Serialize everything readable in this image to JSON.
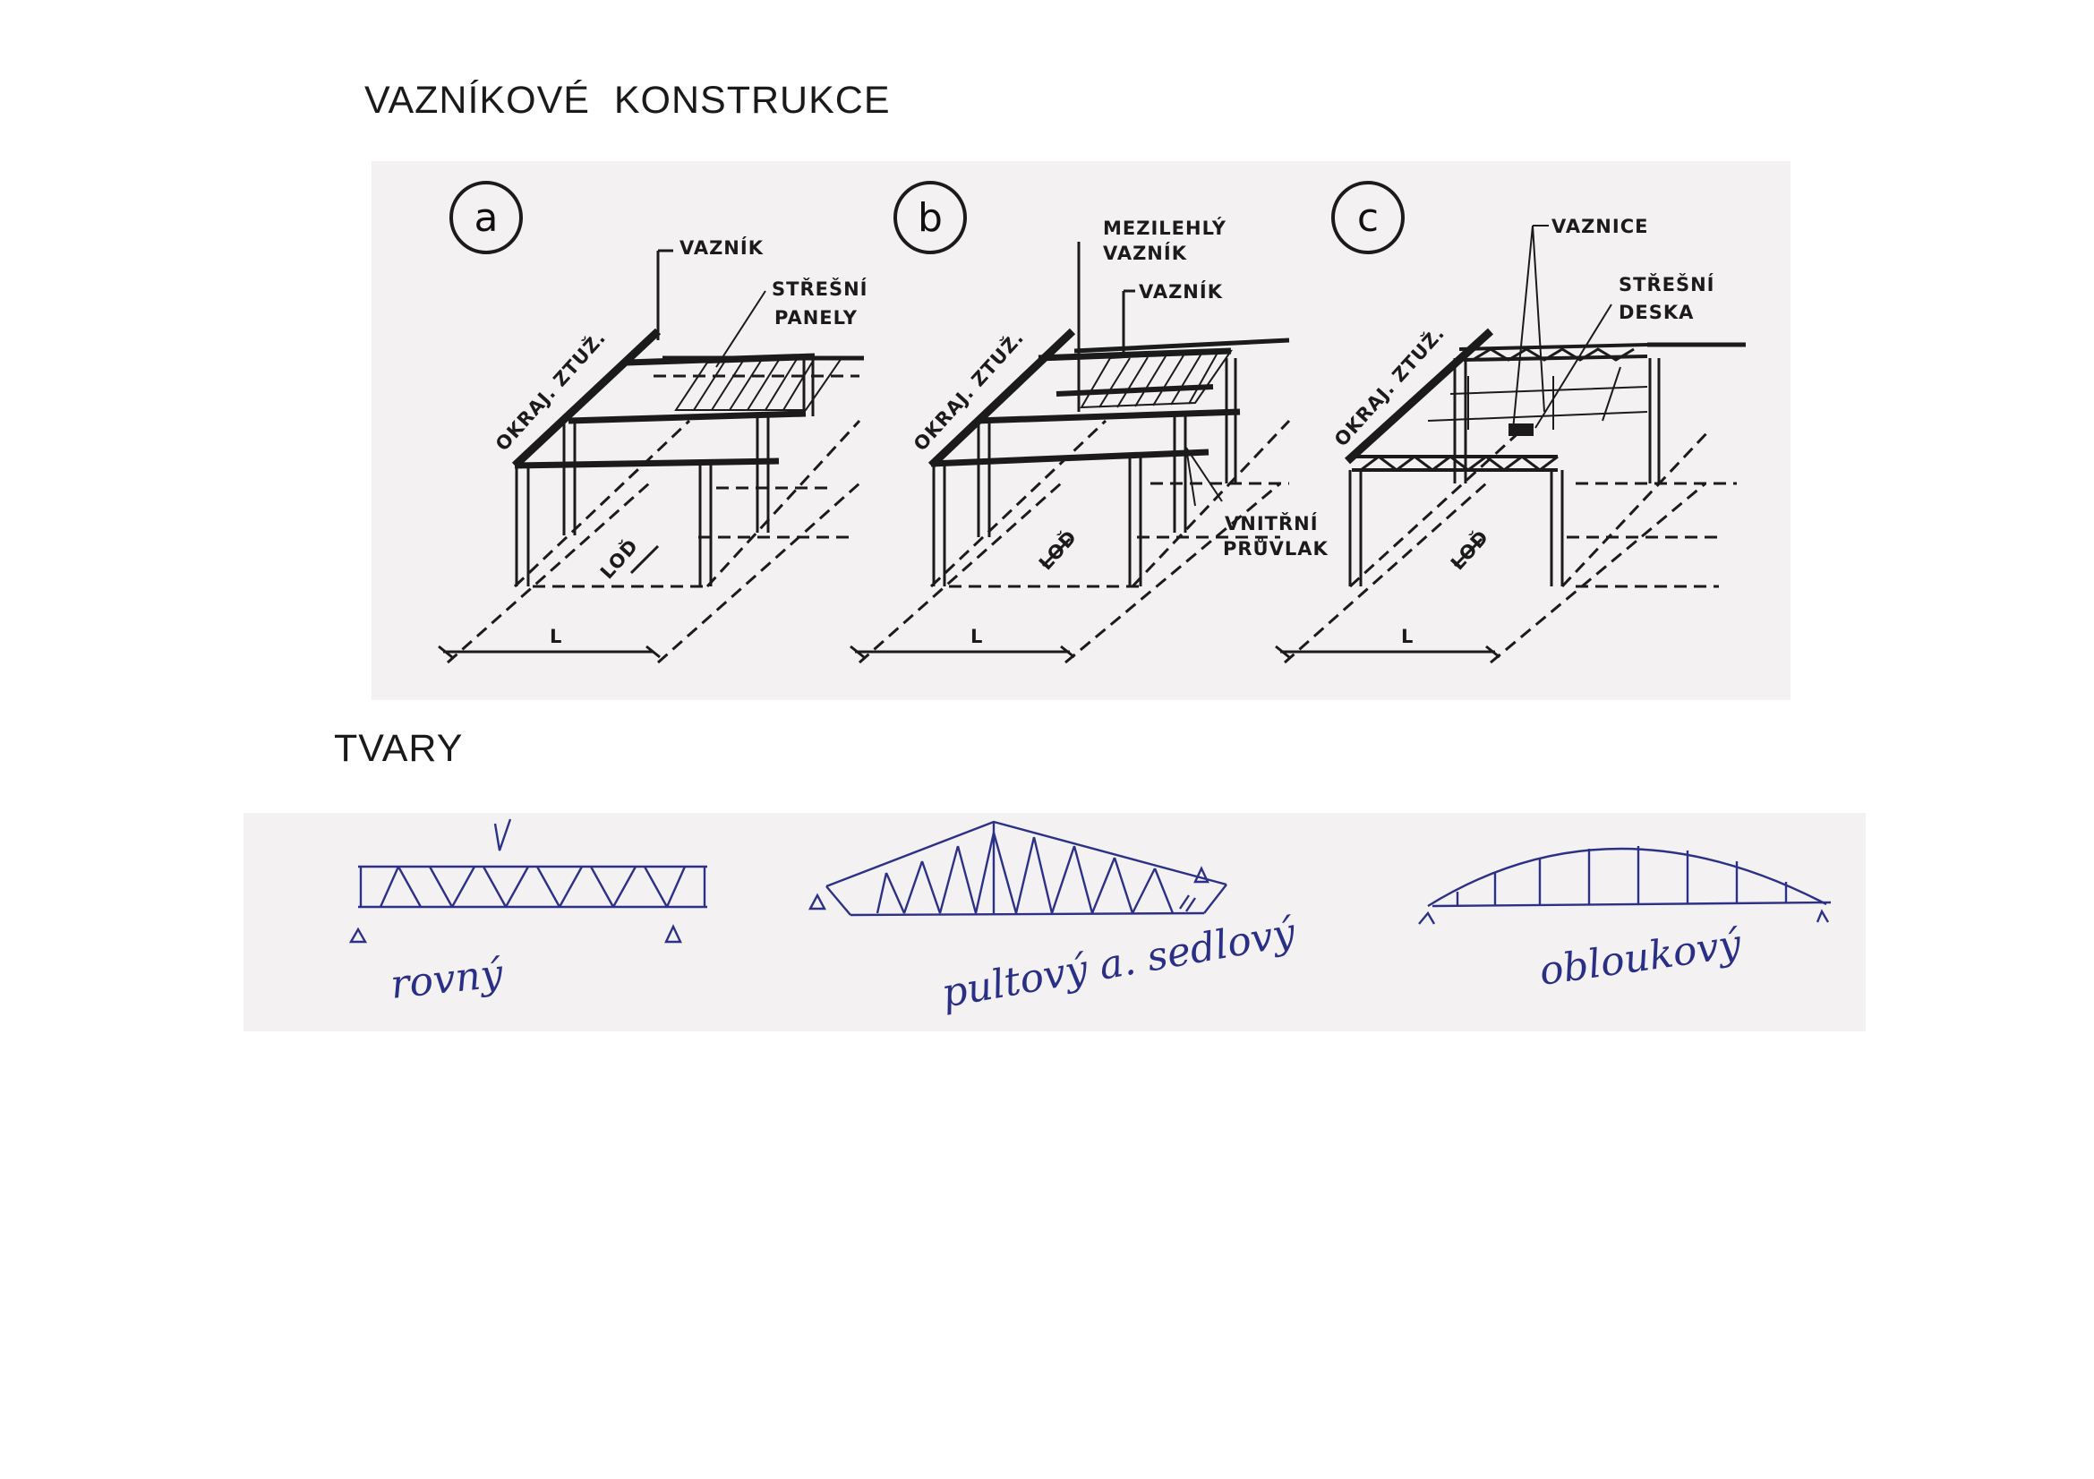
{
  "page": {
    "title": "VAZNÍKOVÉ KONSTRUKCE",
    "subtitle": "TVARY"
  },
  "diagram_a": {
    "marker": "a",
    "labels": [
      "VAZNÍK",
      "STŘEŠNÍ",
      "PANELY",
      "OKRAJ. ZTUŽ.",
      "LOĎ",
      "L"
    ]
  },
  "diagram_b": {
    "marker": "b",
    "labels": [
      "MEZILEHLÝ",
      "VAZNÍK",
      "VAZNÍK",
      "OKRAJ. ZTUŽ.",
      "VNITŘNÍ",
      "PRŮVLAK",
      "LOĎ",
      "L"
    ]
  },
  "diagram_c": {
    "marker": "c",
    "labels": [
      "VAZNICE",
      "STŘEŠNÍ",
      "DESKA",
      "OKRAJ. ZTUŽ.",
      "LOĎ",
      "L"
    ]
  },
  "shapes": [
    {
      "label": "rovný"
    },
    {
      "label": "pultový a. sedlový"
    },
    {
      "label": "obloukový"
    }
  ],
  "colors": {
    "ink": "#1b1b1b",
    "pen": "#2c3187",
    "plate": "#f4f1f3"
  }
}
